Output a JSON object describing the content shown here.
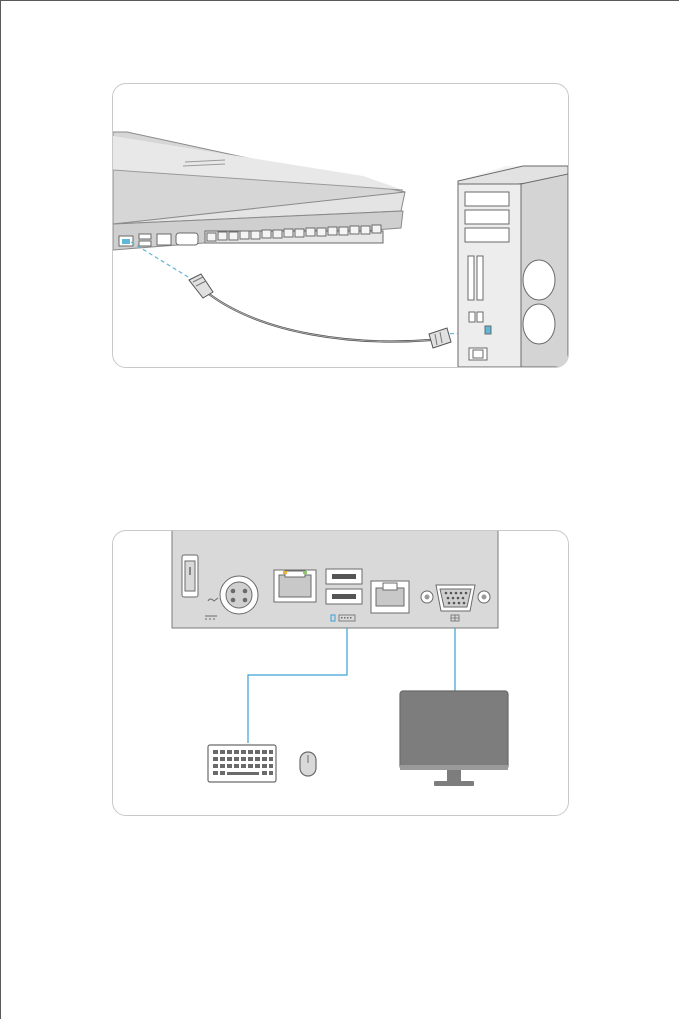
{
  "colors": {
    "cable_guide": "#5fb8d8",
    "device_body": "#d9d9d9",
    "device_dark": "#bdbdbd",
    "outline": "#7a7a7a",
    "monitor_screen": "#7d7d7d",
    "panel_border": "#c9c9c9",
    "usb_label_blue": "#3aa0d8"
  },
  "diagrams": [
    {
      "id": "network-connection",
      "icons": [
        "nvr-device",
        "network-port",
        "ethernet-cable",
        "rj45-plug",
        "pc-tower"
      ]
    },
    {
      "id": "peripheral-connection",
      "icons": [
        "power-switch",
        "power-input",
        "network-port",
        "usb-ports",
        "lan-port",
        "vga-port",
        "keyboard-icon",
        "mouse-icon",
        "monitor-icon"
      ]
    }
  ]
}
